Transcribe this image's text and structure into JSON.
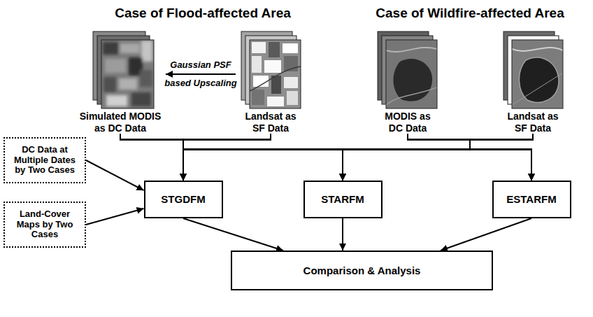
{
  "diagram": {
    "nodes": [
      {
        "text": [
          "Simulated MODIS as DC Data"
        ]
      },
      {
        "text": [
          "Landsat as SF Data"
        ]
      },
      {
        "text": [
          "MODIS as DC Data"
        ]
      },
      {
        "text": [
          "Landsat as SF Data"
        ]
      },
      {
        "text": [
          "DC Data at Multiple Dates by Two Cases"
        ]
      },
      {
        "text": [
          "Land-Cover Maps by Two Cases"
        ]
      },
      {
        "text": [
          "STGDFM"
        ]
      },
      {
        "text": [
          "STARFM"
        ]
      },
      {
        "text": [
          "ESTARFM"
        ]
      },
      {
        "text": [
          "Comparison & Analysis"
        ]
      }
    ],
    "edges": [
      {
        "from": 1,
        "to": 0,
        "arrow": "to",
        "label": "Gaussian PSF based Upscaling"
      },
      {
        "from": 0,
        "to": 6,
        "arrow": "to"
      },
      {
        "from": 0,
        "to": 7,
        "arrow": "to"
      },
      {
        "from": 0,
        "to": 8,
        "arrow": "to"
      },
      {
        "from": 1,
        "to": 6,
        "arrow": "to"
      },
      {
        "from": 1,
        "to": 7,
        "arrow": "to"
      },
      {
        "from": 1,
        "to": 8,
        "arrow": "to"
      },
      {
        "from": 2,
        "to": 6,
        "arrow": "to"
      },
      {
        "from": 2,
        "to": 7,
        "arrow": "to"
      },
      {
        "from": 2,
        "to": 8,
        "arrow": "to"
      },
      {
        "from": 3,
        "to": 6,
        "arrow": "to"
      },
      {
        "from": 3,
        "to": 7,
        "arrow": "to"
      },
      {
        "from": 3,
        "to": 8,
        "arrow": "to"
      },
      {
        "from": 4,
        "to": 6,
        "arrow": "to"
      },
      {
        "from": 5,
        "to": 6,
        "arrow": "to"
      },
      {
        "from": 6,
        "to": 9,
        "arrow": "to"
      },
      {
        "from": 7,
        "to": 9,
        "arrow": "to"
      },
      {
        "from": 8,
        "to": 9,
        "arrow": "to"
      }
    ],
    "labels": [
      "Case of Flood-affected Area",
      "Case of Wildfire-affected Area"
    ]
  }
}
